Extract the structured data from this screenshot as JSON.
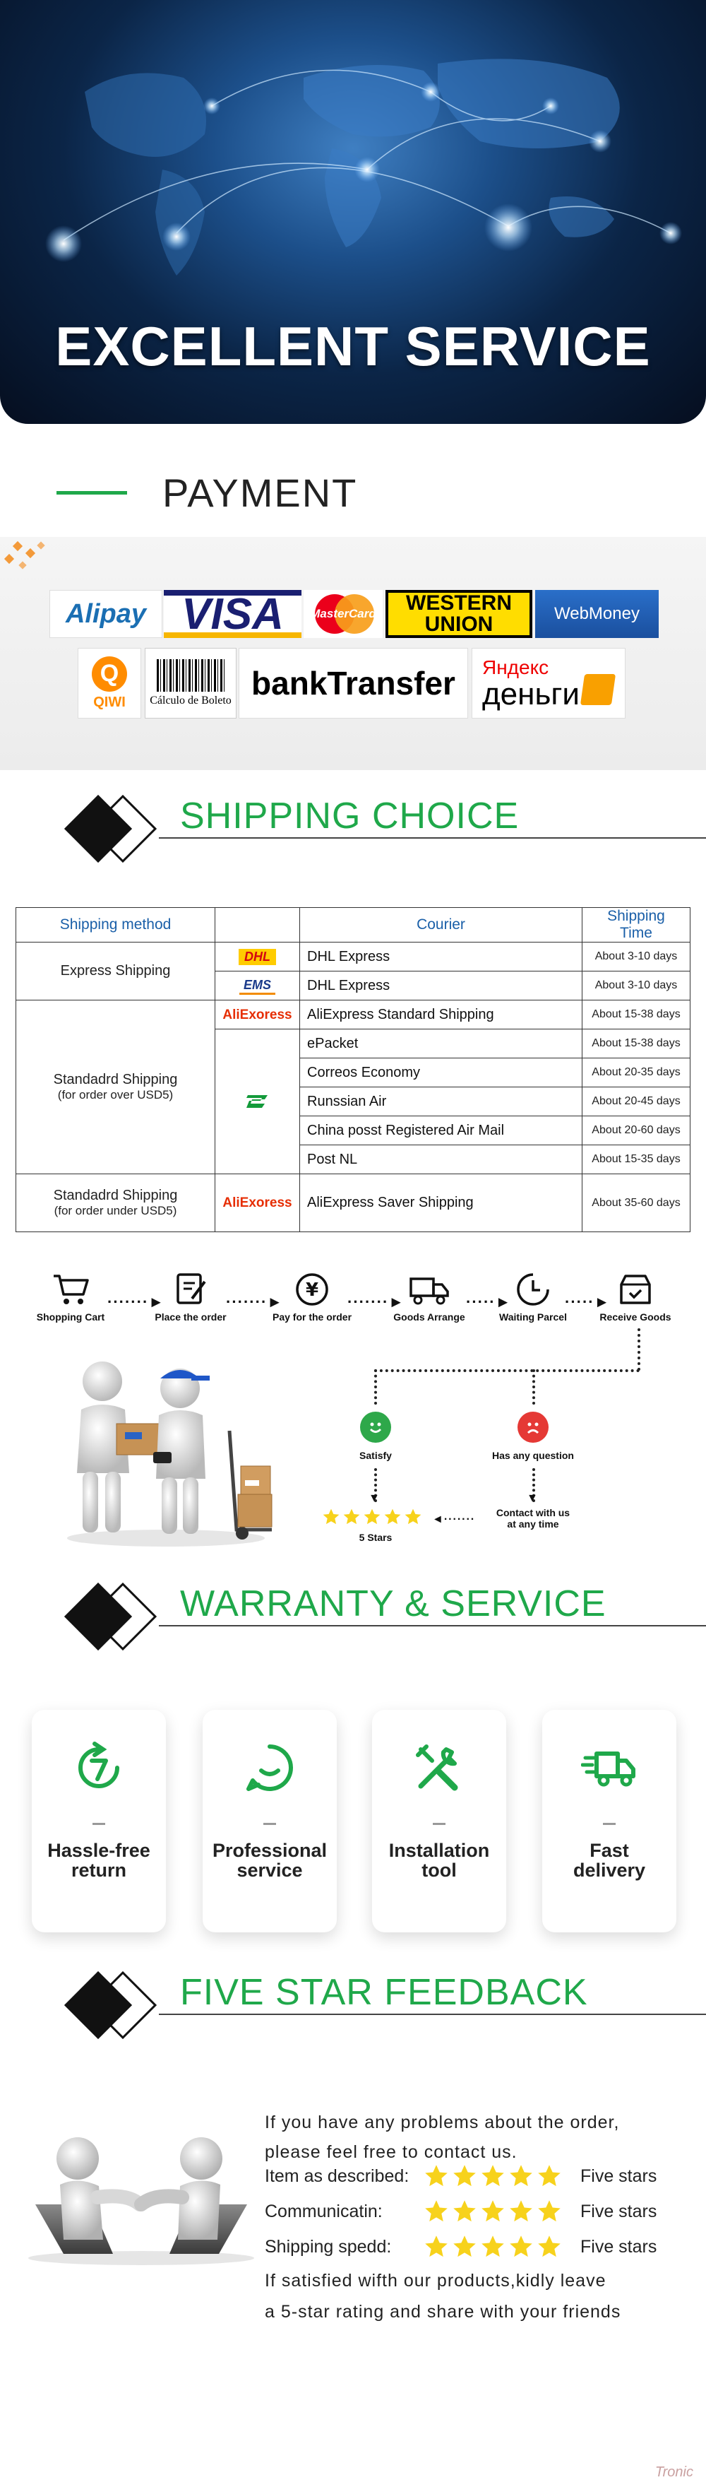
{
  "hero": {
    "title": "EXCELLENT SERVICE"
  },
  "payment": {
    "title": "PAYMENT",
    "logos": {
      "alipay": "Alipay",
      "visa": "VISA",
      "mastercard": "MasterCard",
      "western_union_1": "WESTERN",
      "western_union_2": "UNION",
      "webmoney": "WebMoney",
      "qiwi": "QIWI",
      "boleto": "Cálculo de Boleto",
      "banktransfer": "bankTransfer",
      "yandex_1": "Яндекс",
      "yandex_2": "деньги"
    }
  },
  "shipping": {
    "title": "SHIPPING CHOICE",
    "headers": {
      "method": "Shipping method",
      "courier": "Courier",
      "time": "Shipping Time"
    },
    "express": {
      "method": "Express Shipping",
      "rows": [
        {
          "logo": "DHL",
          "courier": "DHL Express",
          "time": "About 3-10 days"
        },
        {
          "logo": "EMS",
          "courier": "DHL Express",
          "time": "About 3-10 days"
        }
      ]
    },
    "standard_over": {
      "method": "Standadrd Shipping",
      "note": "(for order over USD5)",
      "ali_logo": "AliExoress",
      "rows": [
        {
          "courier": "AliExpress Standard Shipping",
          "time": "About 15-38 days"
        },
        {
          "courier": "ePacket",
          "time": "About 15-38 days"
        },
        {
          "courier": "Correos Economy",
          "time": "About 20-35 days"
        },
        {
          "courier": "Runssian Air",
          "time": "About 20-45 days"
        },
        {
          "courier": "China posst Registered Air Mail",
          "time": "About 20-60 days"
        },
        {
          "courier": "Post NL",
          "time": "About 15-35 days"
        }
      ]
    },
    "standard_under": {
      "method": "Standadrd Shipping",
      "note": "(for order under USD5)",
      "ali_logo": "AliExoress",
      "courier": "AliExpress Saver Shipping",
      "time": "About 35-60 days"
    }
  },
  "process": {
    "steps": [
      "Shopping Cart",
      "Place the order",
      "Pay for the order",
      "Goods Arrange",
      "Waiting Parcel",
      "Receive Goods"
    ],
    "satisfy": "Satisfy",
    "question": "Has any question",
    "contact_1": "Contact with us",
    "contact_2": "at any time",
    "stars_label": "5 Stars",
    "pay_symbol": "¥"
  },
  "warranty": {
    "title": "WARRANTY & SERVICE",
    "cards": [
      {
        "l1": "Hassle-free",
        "l2": "return",
        "icon": "seven-day-return-icon"
      },
      {
        "l1": "Professional",
        "l2": "service",
        "icon": "chat-icon"
      },
      {
        "l1": "Installation",
        "l2": "tool",
        "icon": "tools-icon"
      },
      {
        "l1": "Fast",
        "l2": "delivery",
        "icon": "truck-icon"
      }
    ]
  },
  "feedback": {
    "title": "FIVE STAR FEEDBACK",
    "intro_1": "If you have any problems about the order,",
    "intro_2": "please feel free to contact us.",
    "rows": [
      {
        "label": "Item as described:",
        "value": "Five stars",
        "stars": 5
      },
      {
        "label": "Communicatin:",
        "value": "Five stars",
        "stars": 5
      },
      {
        "label": "Shipping spedd:",
        "value": "Five stars",
        "stars": 5
      }
    ],
    "outro_1": "If satisfied wifth our products,kidly leave",
    "outro_2": "a 5-star rating and share with your friends"
  },
  "watermark": "Tronic",
  "colors": {
    "accent_green": "#1fa84a",
    "header_blue": "#1a5fa8",
    "star": "#f7d21c"
  }
}
